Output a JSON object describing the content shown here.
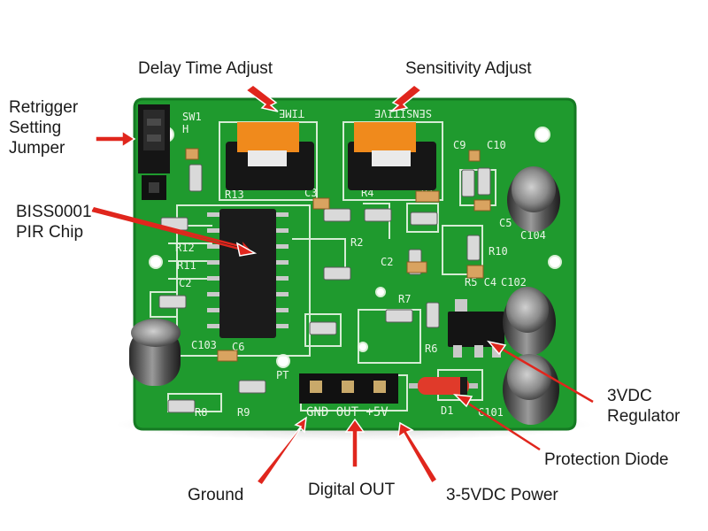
{
  "callouts": {
    "delay_time_adjust": "Delay Time Adjust",
    "sensitivity_adjust": "Sensitivity Adjust",
    "retrigger_jumper": "Retrigger\nSetting\nJumper",
    "pir_chip": "BISS0001\nPIR Chip",
    "regulator": "3VDC\nRegulator",
    "protection_diode": "Protection Diode",
    "ground": "Ground",
    "digital_out": "Digital OUT",
    "power": "3-5VDC Power"
  },
  "colors": {
    "pcb": "#1f9a2e",
    "pcb_dark": "#157a23",
    "silkscreen": "#e9f5e6",
    "potentiometer": "#f08a1c",
    "arrow": "#e0261d",
    "background": "#ffffff"
  }
}
